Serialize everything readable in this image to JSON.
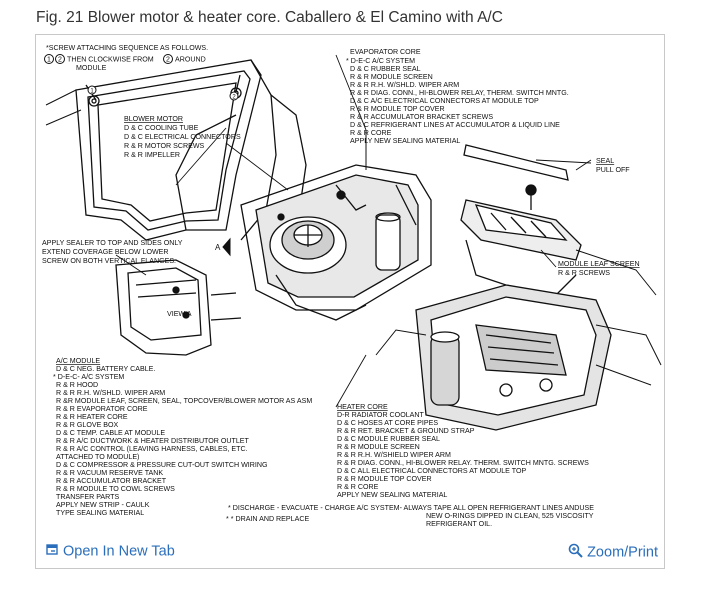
{
  "caption": "Fig. 21 Blower motor & heater core. Caballero & El Camino with A/C",
  "footer": {
    "open_label": "Open In New Tab",
    "zoom_label": "Zoom/Print",
    "open_icon": "external-link-icon",
    "zoom_icon": "magnifier-icon",
    "link_color": "#2a6ebb"
  },
  "diagram": {
    "screw_note": [
      "*SCREW ATTACHING SEQUENCE AS FOLLOWS.",
      "THEN CLOCKWISE FROM",
      "AROUND",
      "MODULE"
    ],
    "screw_marks": [
      "1",
      "2",
      "2"
    ],
    "small_marks": [
      "1",
      "2"
    ],
    "blower_motor": [
      "BLOWER MOTOR",
      "D & C COOLING TUBE",
      "D & C ELECTRICAL CONNECTORS",
      "R & R MOTOR SCREWS",
      "R & R IMPELLER"
    ],
    "evaporator_core": [
      "EVAPORATOR CORE",
      "* D-E-C A/C SYSTEM",
      "D & C RUBBER SEAL",
      "R & R MODULE SCREEN",
      "R & R R.H. W/SHLD. WIPER ARM",
      "R & R DIAG. CONN., HI-BLOWER RELAY, THERM. SWITCH MNTG.",
      "D & C A/C ELECTRICAL CONNECTORS AT MODULE TOP",
      "R & R MODULE TOP COVER",
      "R & R ACCUMULATOR BRACKET SCREWS",
      "D & C REFRIGERANT LINES AT ACCUMULATOR & LIQUID LINE",
      "R & R CORE",
      "APPLY NEW SEALING MATERIAL"
    ],
    "seal": [
      "SEAL",
      "PULL OFF"
    ],
    "sealer_note": [
      "APPLY SEALER TO TOP AND SIDES ONLY",
      "EXTEND COVERAGE BELOW LOWER",
      "SCREW ON BOTH VERTICAL FLANGES."
    ],
    "arrow_letter": "A",
    "view_label": "VIEW A",
    "module_leaf_screen": [
      "MODULE LEAF SCREEN",
      "R & R SCREWS"
    ],
    "ac_module": [
      "A/C MODULE",
      "D & C NEG. BATTERY CABLE.",
      "* D-E-C- A/C SYSTEM",
      "R & R HOOD",
      "R & R R.H. W/SHLD. WIPER ARM",
      "R &R MODULE LEAF, SCREEN, SEAL, TOPCOVER/BLOWER MOTOR AS ASM",
      "R & R EVAPORATOR CORE",
      "R & R HEATER CORE",
      "R & R GLOVE BOX",
      "D & C TEMP. CABLE AT MODULE",
      "R & R A/C DUCTWORK & HEATER DISTRIBUTOR OUTLET",
      "R & R A/C CONTROL (LEAVING HARNESS, CABLES, ETC.",
      "ATTACHED TO MODULE)",
      "D & C COMPRESSOR & PRESSURE CUT-OUT SWITCH WIRING",
      "R & R VACUUM RESERVE TANK",
      "R & R ACCUMULATOR BRACKET",
      "R & R MODULE TO COWL SCREWS",
      "TRANSFER PARTS",
      "APPLY NEW STRIP - CAULK",
      "TYPE SEALING MATERIAL"
    ],
    "heater_core": [
      "HEATER CORE",
      "D-R RADIATOR COOLANT",
      "D & C HOSES AT CORE PIPES",
      "R & R RET. BRACKET & GROUND STRAP",
      "D & C MODULE RUBBER SEAL",
      "R & R MODULE SCREEN",
      "R & R R.H. W/SHIELD WIPER ARM",
      "R & R DIAG. CONN., HI-BLOWER RELAY. THERM. SWITCH MNTG. SCREWS",
      "D & C ALL ELECTRICAL CONNECTORS AT MODULE TOP",
      "R & R MODULE TOP COVER",
      "R & R CORE",
      "APPLY NEW SEALING MATERIAL"
    ],
    "footnote_1": [
      "* DISCHARGE - EVACUATE - CHARGE A/C SYSTEM- ALWAYS TAPE ALL OPEN REFRIGERANT LINES ANDUSE",
      "NEW O-RINGS DIPPED IN CLEAN, 525 VISCOSITY",
      "REFRIGERANT OIL."
    ],
    "footnote_2": "* * DRAIN AND REPLACE"
  }
}
